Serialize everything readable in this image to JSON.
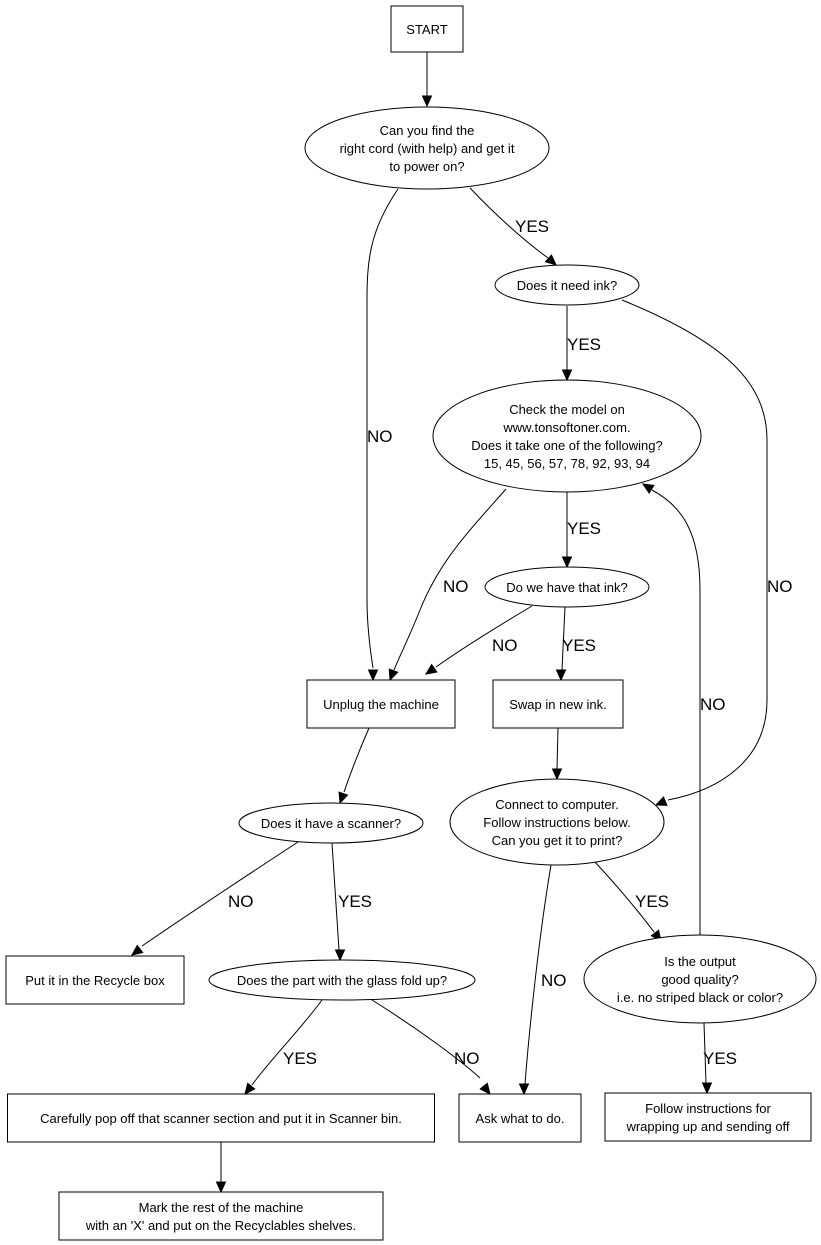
{
  "nodes": {
    "start": {
      "shape": "box",
      "lines": [
        "START"
      ]
    },
    "cord": {
      "shape": "ellipse",
      "lines": [
        "Can you find the",
        "right cord (with help) and get it",
        "to power on?"
      ]
    },
    "ink": {
      "shape": "ellipse",
      "lines": [
        "Does it need ink?"
      ]
    },
    "model": {
      "shape": "ellipse",
      "lines": [
        "Check the model on",
        "www.tonsoftoner.com.",
        "Does it take one of the following?",
        "15, 45, 56, 57, 78, 92, 93, 94"
      ]
    },
    "haveink": {
      "shape": "ellipse",
      "lines": [
        "Do we have that ink?"
      ]
    },
    "unplug": {
      "shape": "box",
      "lines": [
        "Unplug the machine"
      ]
    },
    "swap": {
      "shape": "box",
      "lines": [
        "Swap in new ink."
      ]
    },
    "connect": {
      "shape": "ellipse",
      "lines": [
        "Connect to computer.",
        "Follow instructions below.",
        "Can you get it to print?"
      ]
    },
    "scanner": {
      "shape": "ellipse",
      "lines": [
        "Does it have a scanner?"
      ]
    },
    "recycle": {
      "shape": "box",
      "lines": [
        "Put it in the Recycle box"
      ]
    },
    "glass": {
      "shape": "ellipse",
      "lines": [
        "Does the part with the glass fold up?"
      ]
    },
    "quality": {
      "shape": "ellipse",
      "lines": [
        "Is the output",
        "good quality?",
        "i.e. no striped black or color?"
      ]
    },
    "popoff": {
      "shape": "box",
      "lines": [
        "Carefully pop off that scanner section and put it in Scanner bin."
      ]
    },
    "ask": {
      "shape": "box",
      "lines": [
        "Ask what to do."
      ]
    },
    "follow": {
      "shape": "box",
      "lines": [
        "Follow instructions for",
        "wrapping up and sending off"
      ]
    },
    "mark": {
      "shape": "box",
      "lines": [
        "Mark the rest of the machine",
        "with an 'X' and put on the Recyclables shelves."
      ]
    }
  },
  "edges": [
    {
      "from": "start",
      "to": "cord",
      "label": ""
    },
    {
      "from": "cord",
      "to": "ink",
      "label": "YES"
    },
    {
      "from": "cord",
      "to": "unplug",
      "label": "NO"
    },
    {
      "from": "ink",
      "to": "model",
      "label": "YES"
    },
    {
      "from": "ink",
      "to": "connect",
      "label": "NO"
    },
    {
      "from": "model",
      "to": "haveink",
      "label": "YES"
    },
    {
      "from": "model",
      "to": "unplug",
      "label": "NO"
    },
    {
      "from": "haveink",
      "to": "unplug",
      "label": "NO"
    },
    {
      "from": "haveink",
      "to": "swap",
      "label": "YES"
    },
    {
      "from": "unplug",
      "to": "scanner",
      "label": ""
    },
    {
      "from": "swap",
      "to": "connect",
      "label": ""
    },
    {
      "from": "scanner",
      "to": "recycle",
      "label": "NO"
    },
    {
      "from": "scanner",
      "to": "glass",
      "label": "YES"
    },
    {
      "from": "connect",
      "to": "quality",
      "label": "YES"
    },
    {
      "from": "connect",
      "to": "ask",
      "label": "NO"
    },
    {
      "from": "quality",
      "to": "model",
      "label": "NO"
    },
    {
      "from": "quality",
      "to": "follow",
      "label": "YES"
    },
    {
      "from": "glass",
      "to": "popoff",
      "label": "YES"
    },
    {
      "from": "glass",
      "to": "ask",
      "label": "NO"
    },
    {
      "from": "popoff",
      "to": "mark",
      "label": ""
    }
  ]
}
